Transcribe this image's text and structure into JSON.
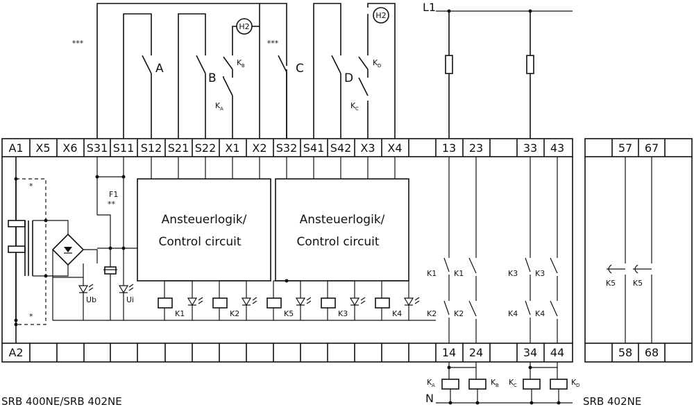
{
  "terminals_top": [
    "A1",
    "X5",
    "X6",
    "S31",
    "S11",
    "S12",
    "S21",
    "S22",
    "X1",
    "X2",
    "S32",
    "S41",
    "S42",
    "X3",
    "X4",
    "13",
    "23",
    "33",
    "43"
  ],
  "terminals_bottom": [
    "A2",
    "14",
    "24",
    "34",
    "44"
  ],
  "ext_terminals_top": [
    "57",
    "67"
  ],
  "ext_terminals_bottom": [
    "58",
    "68"
  ],
  "switches": [
    "A",
    "B",
    "C",
    "D"
  ],
  "lamps": [
    "H2",
    "H2"
  ],
  "aux_contacts": {
    "kb": "K",
    "kb_sub": "B",
    "ka": "K",
    "ka_sub": "A",
    "kd": "K",
    "kd_sub": "D",
    "kc": "K",
    "kc_sub": "C"
  },
  "stars3": "***",
  "fuse": {
    "name": "F1",
    "stars": "**"
  },
  "star_single": "*",
  "logic_block": {
    "line1": "Ansteuerlogik/",
    "line2": "Control circuit"
  },
  "leds": [
    "Ub",
    "Ui"
  ],
  "relays": [
    "K1",
    "K2",
    "K5",
    "K3",
    "K4"
  ],
  "contact_labels": [
    "K1",
    "K1",
    "K3",
    "K3",
    "K2",
    "K2",
    "K4",
    "K4",
    "K5",
    "K5"
  ],
  "supply": {
    "l1": "L1",
    "n": "N"
  },
  "ext_coils": [
    {
      "k": "K",
      "sub": "A"
    },
    {
      "k": "K",
      "sub": "B"
    },
    {
      "k": "K",
      "sub": "C"
    },
    {
      "k": "K",
      "sub": "D"
    }
  ],
  "caption_main": "SRB 400NE/SRB 402NE",
  "caption_ext": "SRB 402NE"
}
